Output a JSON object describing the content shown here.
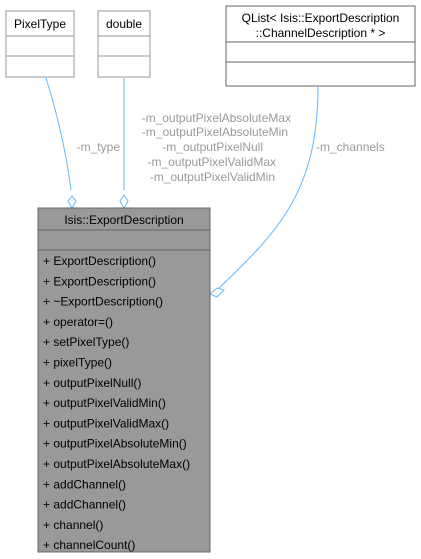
{
  "classes": {
    "pixel_type": {
      "name": "PixelType"
    },
    "double": {
      "name": "double"
    },
    "qlist": {
      "name_line1": "QList< Isis::ExportDescription",
      "name_line2": "::ChannelDescription * >"
    },
    "export_description": {
      "name": "Isis::ExportDescription",
      "methods": [
        "+ ExportDescription()",
        "+ ExportDescription()",
        "+ ~ExportDescription()",
        "+ operator=()",
        "+ setPixelType()",
        "+ pixelType()",
        "+ outputPixelNull()",
        "+ outputPixelValidMin()",
        "+ outputPixelValidMax()",
        "+ outputPixelAbsoluteMin()",
        "+ outputPixelAbsoluteMax()",
        "+ addChannel()",
        "+ addChannel()",
        "+ channel()",
        "+ channelCount()"
      ]
    }
  },
  "edges": {
    "type_label": "-m_type",
    "double_labels": [
      "-m_outputPixelAbsoluteMax",
      "-m_outputPixelAbsoluteMin",
      "-m_outputPixelNull",
      "-m_outputPixelValidMax",
      "-m_outputPixelValidMin"
    ],
    "channels_label": "-m_channels"
  },
  "colors": {
    "edge": "#63b8ff",
    "label": "#9a9a9a",
    "box_border": "#999999",
    "main_fill": "#999999",
    "main_border": "#666666"
  }
}
